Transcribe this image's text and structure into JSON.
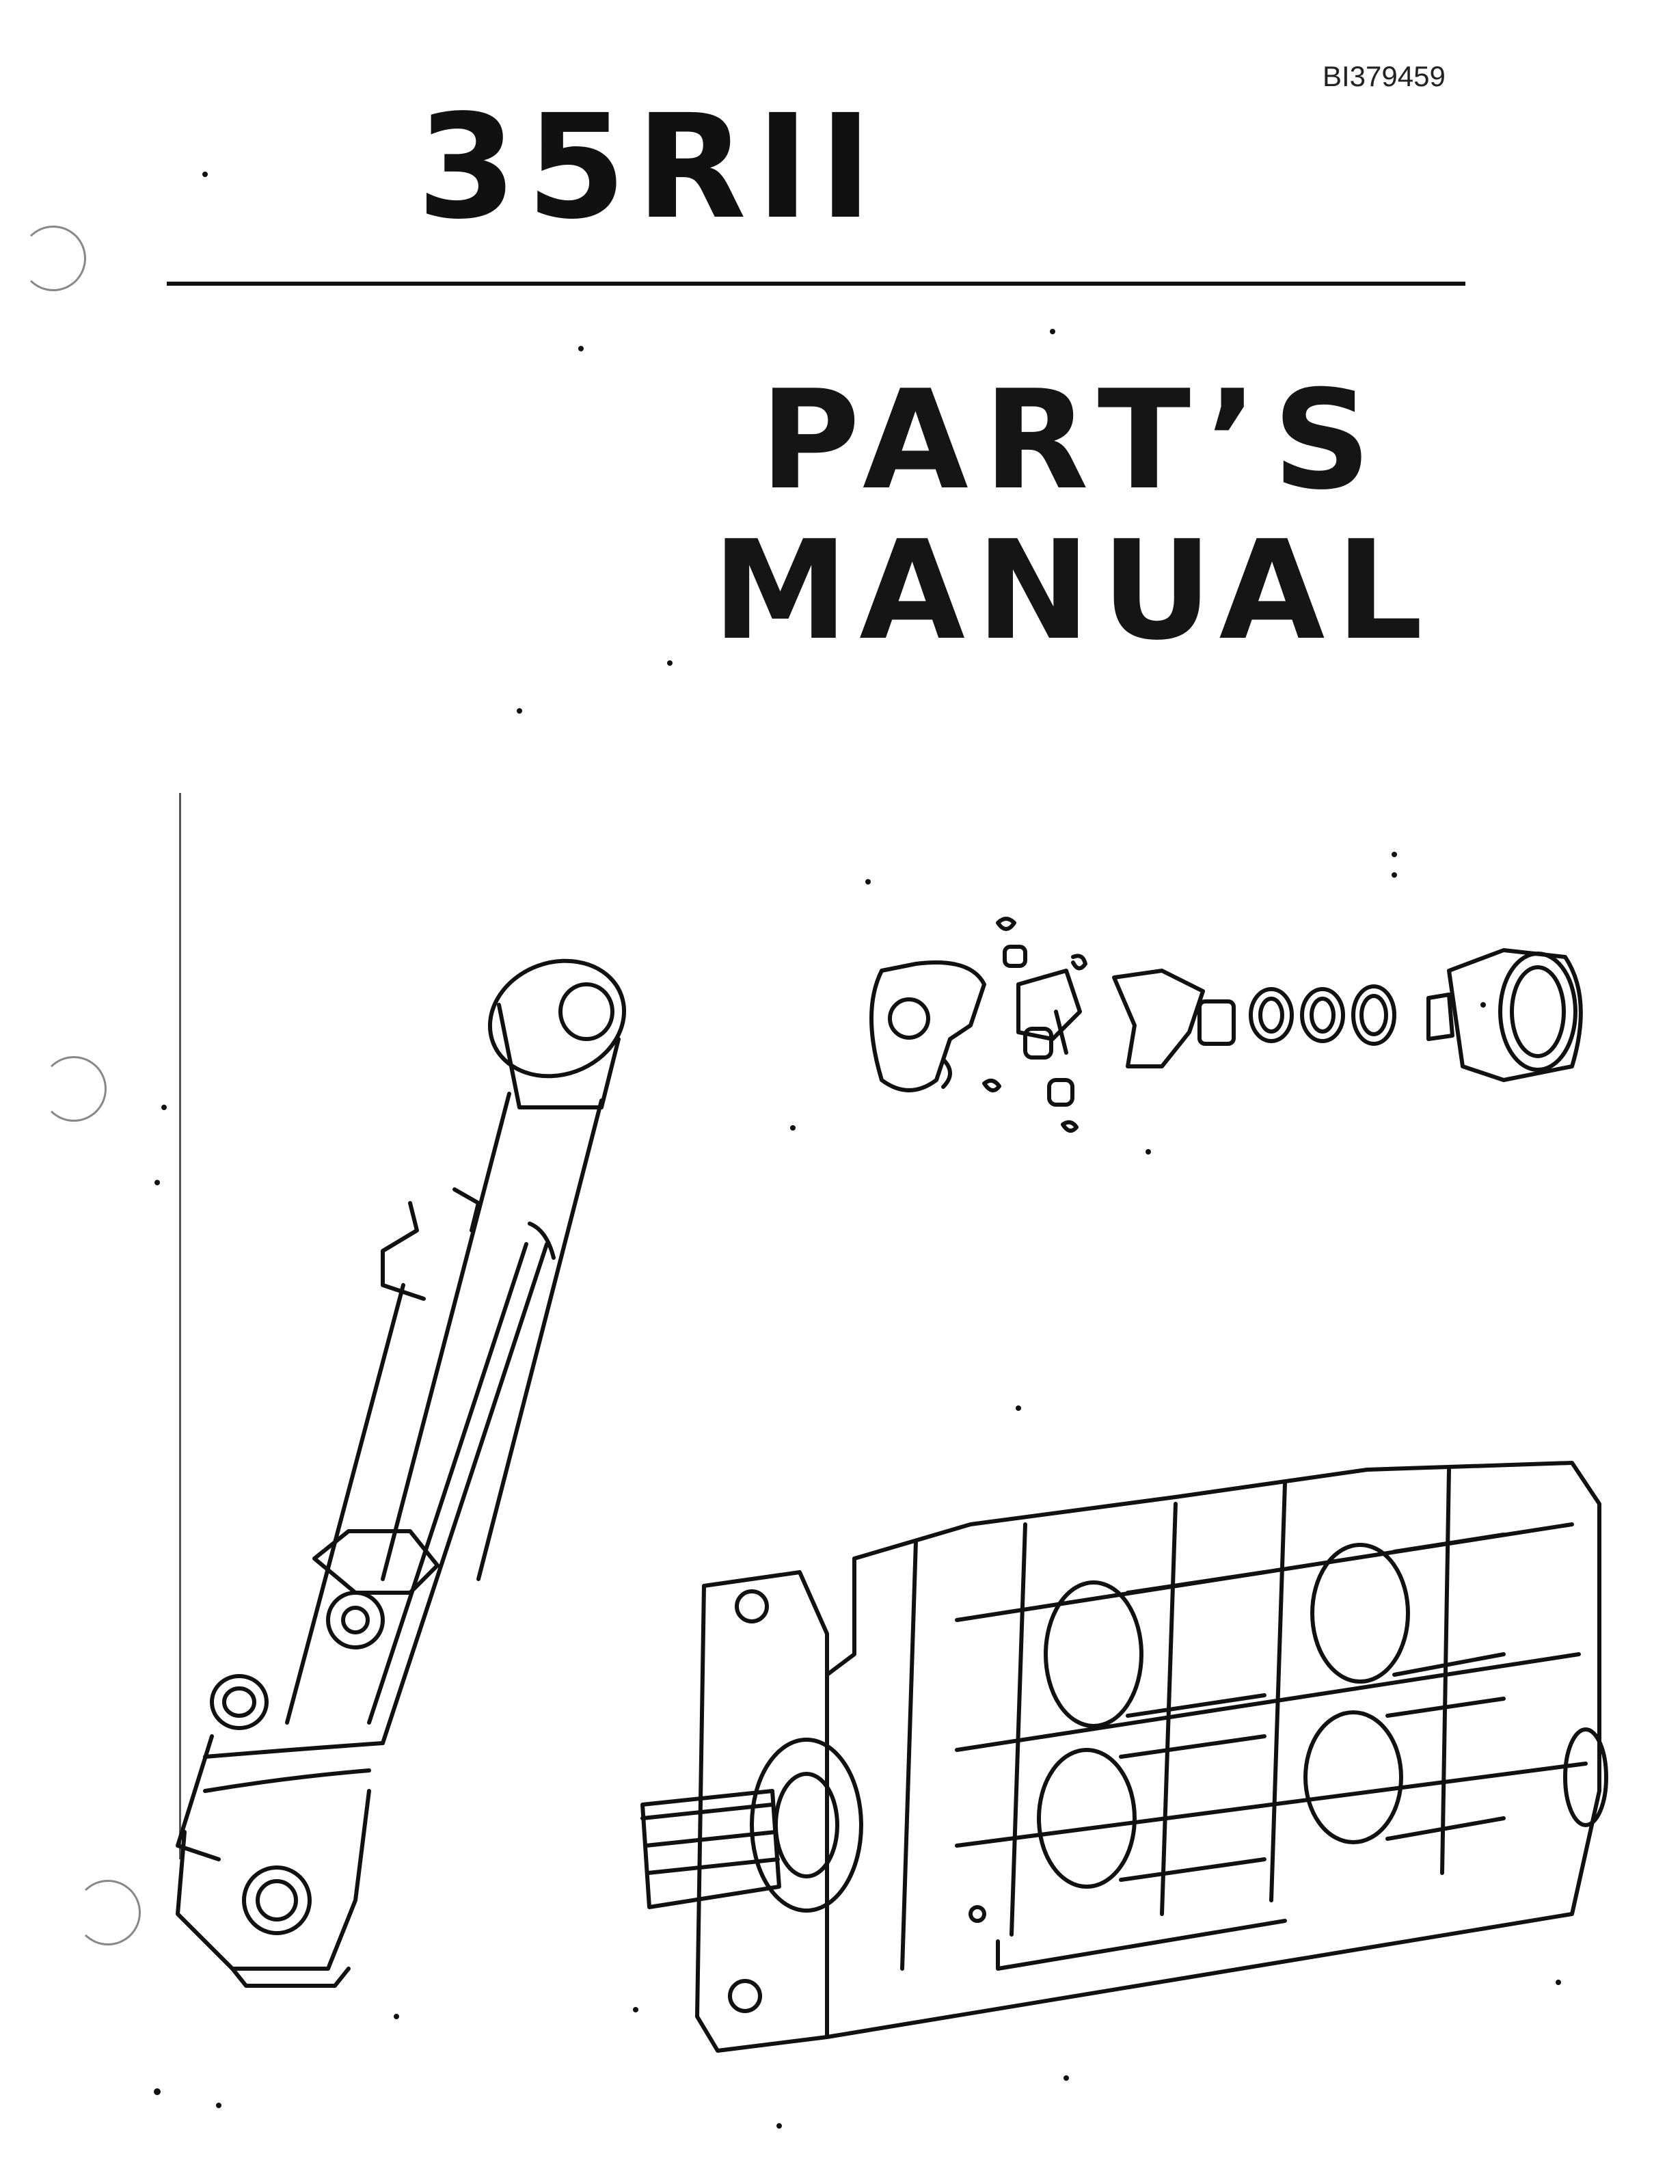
{
  "document": {
    "doc_id": "BI379459",
    "model": "35RII",
    "title_line1": "PART’S",
    "title_line2": "MANUAL"
  },
  "colors": {
    "ink": "#111111",
    "paper": "#ffffff"
  }
}
